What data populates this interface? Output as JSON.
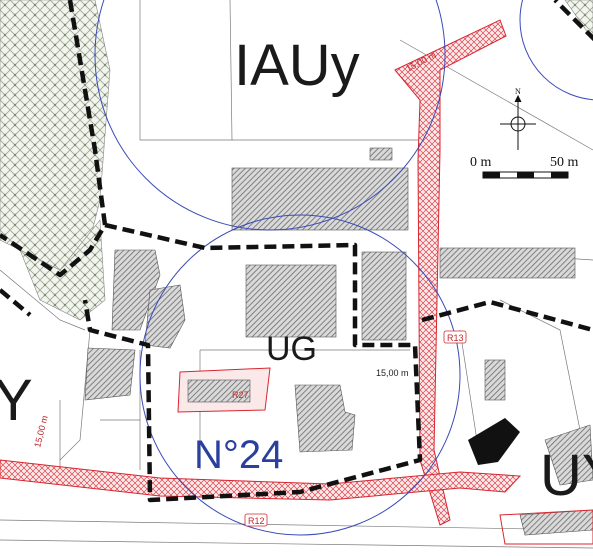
{
  "zones": {
    "iauy": "IAUy",
    "ug": "UG",
    "y_left": "Y",
    "uy_right": "UY"
  },
  "sector_number": "N°24",
  "setbacks": {
    "top": "15,00 m",
    "mid": "15,00 m",
    "left": "15,00 m"
  },
  "roads": {
    "r13": "R13",
    "r12": "R12",
    "r27": "R27"
  },
  "scale_bar": {
    "start": "0 m",
    "end": "50 m"
  },
  "north_label": "N",
  "colors": {
    "zone_boundary": "#111111",
    "red_overlay": "#d8262f",
    "circle": "#3a4bb8",
    "sector_text": "#2b3f9e",
    "building_hatch": "#8a8a8a"
  }
}
